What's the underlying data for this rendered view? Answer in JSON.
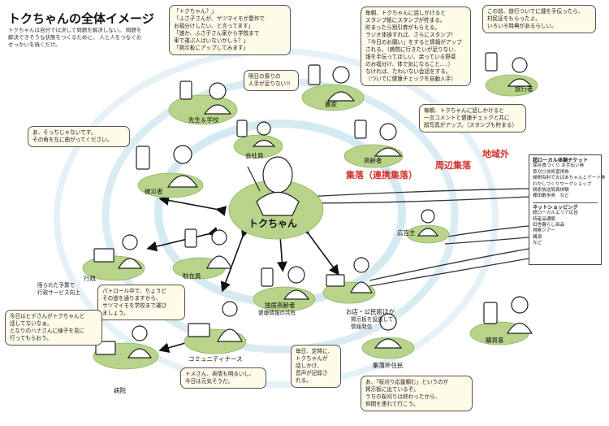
{
  "title": "トクちゃんの全体イメージ",
  "subtitle": [
    "トクちゃんは自分では決して問題を解決しない。",
    "問題を解決できそうな状態をつくるために、",
    "人と人をつなぐおせっかいを焼くだけ。"
  ],
  "regions": {
    "village": "集落（連携集落）",
    "surrounding": "周辺集落",
    "outside": "地域外"
  },
  "center": {
    "label": "トクちゃん"
  },
  "nodes": {
    "teacher": "先生＆学校",
    "employee": "会社員",
    "farmer": "農家",
    "traveler": "旅行者",
    "elderly": "高齢者",
    "victim": "被災者",
    "police": "駐在員",
    "admin": "行政",
    "living_alone": "独居高齢者",
    "store": "お店・公民館ほか",
    "advertiser": "広告主",
    "community_nurse": "コミュニティナース",
    "hospital": "病院",
    "outside_resident": "集落外住民",
    "shopper": "購買客"
  },
  "bubbles": {
    "teacher": [
      "「トクちゃん？」",
      "「ふさ子さんが、サツマイモが豊作で",
      "お福分けしたい、と言ってます」",
      "「誰か、ふさ子さん家から学校まで",
      "車で運ぶ人はいないかしら？」",
      "「掲示板にアップしてみます」"
    ],
    "festival": [
      "明日の祭りの",
      "人手が足りない!!"
    ],
    "farmer": [
      "毎朝、トクちゃんに話しかけると",
      "スタンプ帳にスタンプが貯まる。",
      "貯まったら割引券がもらえる。",
      "ラジオ体操すれば、さらにスタンプ！",
      "「今日のお願い」をすると情報がアップ",
      "される。（病院に行きたいが足りない、",
      "畑を手伝ってほしい、余っている野菜",
      "のお福分け、体で気になること、、、）",
      "なければ、たわいない会話をする。",
      "（ついでに健康チェックを自動入手）"
    ],
    "traveler": [
      "この前、旅行ついでに畑を手伝ったら、",
      "村民証をもらったよ。",
      "いろいろ特典があるらしい。"
    ],
    "elderly": [
      "毎朝、トクちゃんに話しかけると",
      "一言コメントと健康チェックと共に",
      "顔写真がアップ。（スタンプも貯まる）"
    ],
    "victim": [
      "あ、そっちじゃないです。",
      "その角を左に曲がってください。"
    ],
    "police": [
      "パトロール中で、ちょうど",
      "その道を通りますから、",
      "サツマイモを学校まで運び",
      "ましょう。"
    ],
    "nurse": [
      "今日はヒデさんがトクちゃんと",
      "話してないなぁ。",
      "となりのハナさんに様子を見に",
      "行ってもらおう。"
    ],
    "tome": [
      "トメさん、表情も明るいし、",
      "今日は元気そうだ。"
    ],
    "store": [
      "毎日、定時に、",
      "トクちゃんが",
      "話しかけ、",
      "音声が記録さ",
      "れる。"
    ],
    "outside": [
      "あ、「桜刈り応援頼む」というのが",
      "掲示板に出ているぞ。",
      "うちの桜刈りは終わったから、",
      "仲間を連れて行こう。"
    ]
  },
  "notes": {
    "admin_services": [
      "限られた予算で",
      "行政サービス向上"
    ],
    "health_share": "健康情報の共有",
    "store_note": [
      "掲示板を設置して",
      "情報発信"
    ]
  },
  "panel": {
    "section1_title": "超ローカル体験チケット",
    "section1_items": [
      "保存食づくり お手伝い券",
      "草刈り技術習得券",
      "縁側有料でおばあちゃんとデート券",
      "わかしづくりワークショップ",
      "耕原放送局員体験",
      "棚田散歩券　など"
    ],
    "section2_title": "ネットショッピング",
    "section2_items": [
      "超ローカルエリア広告",
      "特産品通販",
      "田舎暮らし商品",
      "視察ツアー",
      "講演",
      "など"
    ]
  },
  "colors": {
    "green": "#b8d48a",
    "ring": "#cbe3ee",
    "red": "#d3332d",
    "bubble": "#fffbe9"
  }
}
